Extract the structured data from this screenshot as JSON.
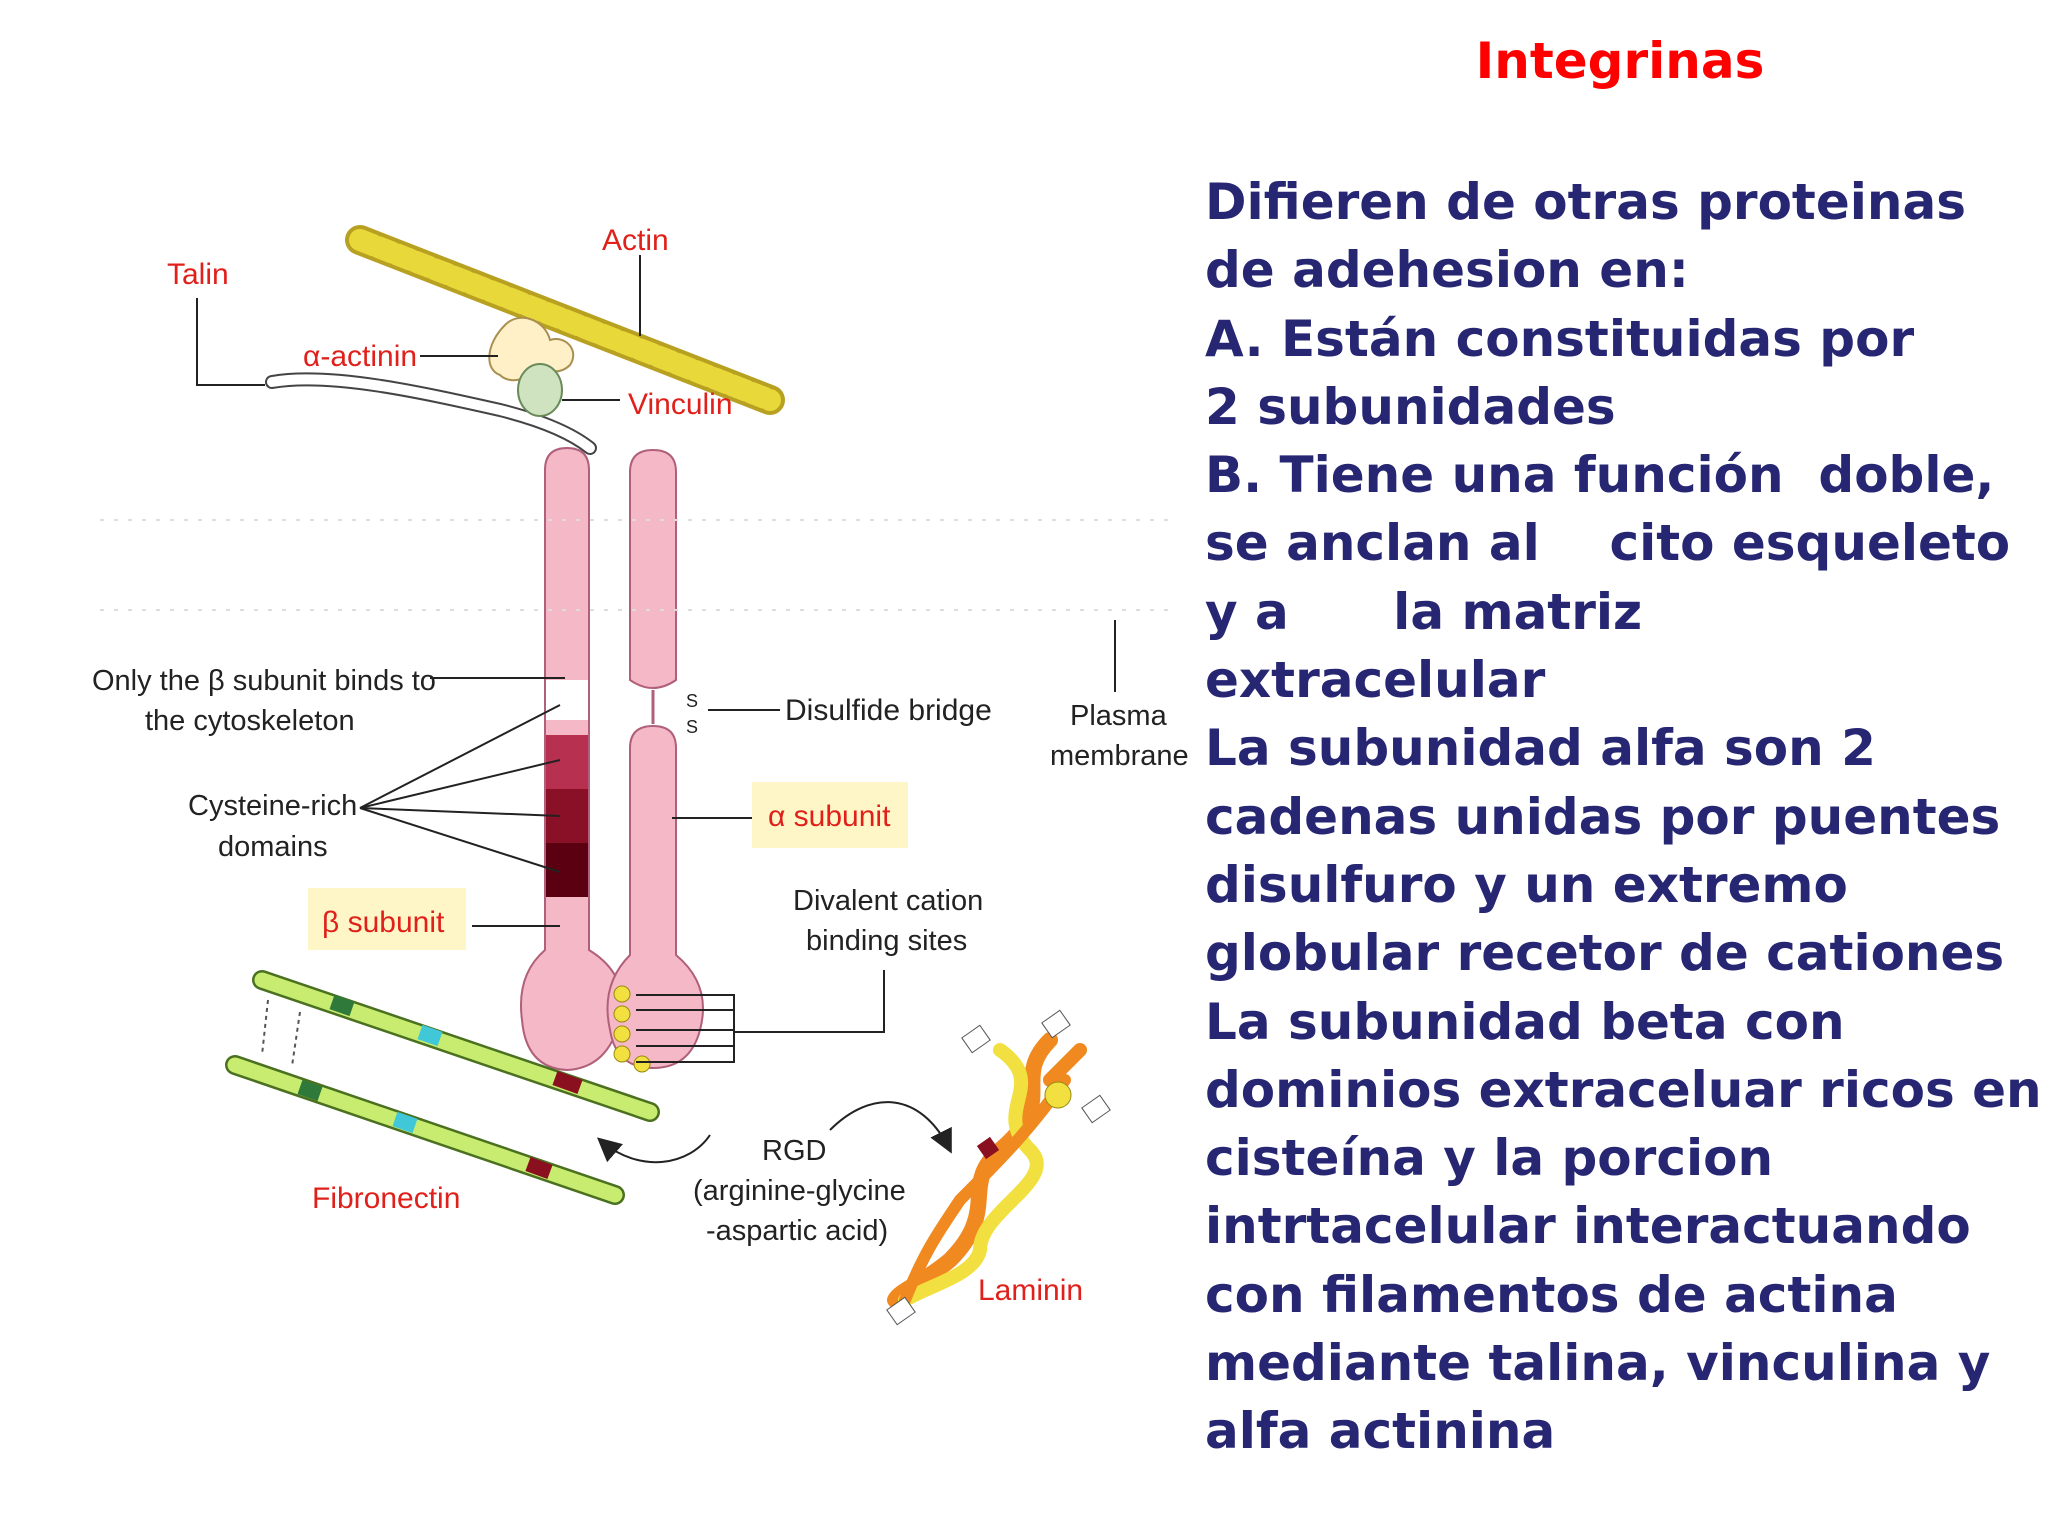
{
  "slide": {
    "title": "Integrinas",
    "body_lines": [
      "Difieren de otras proteinas",
      "de adehesion en:",
      "A. Están constituidas por",
      "2 subunidades",
      "B. Tiene una función  doble,",
      "se anclan al    cito esqueleto",
      "y a      la matriz",
      "extracelular",
      "La subunidad alfa son 2",
      "cadenas unidas por puentes",
      "disulfuro y un extremo",
      "globular recetor de cationes",
      "La subunidad beta con",
      "dominios extraceluar ricos en",
      "cisteína y la porcion",
      "intrtacelular interactuando",
      "con filamentos de actina",
      "mediante talina, vinculina y",
      "alfa actinina"
    ]
  },
  "diagram": {
    "labels": {
      "actin": "Actin",
      "talin": "Talin",
      "alpha_actinin": "α-actinin",
      "vinculin": "Vinculin",
      "only_beta_line1": "Only the β subunit binds to",
      "only_beta_line2": "the cytoskeleton",
      "disulfide_bridge": "Disulfide bridge",
      "s_top": "S",
      "s_bottom": "S",
      "plasma_line1": "Plasma",
      "plasma_line2": "membrane",
      "alpha_subunit": "α subunit",
      "cysteine_line1": "Cysteine-rich",
      "cysteine_line2": "domains",
      "beta_subunit": "β subunit",
      "divalent_line1": "Divalent cation",
      "divalent_line2": "binding sites",
      "rgd_line1": "RGD",
      "rgd_line2": "(arginine-glycine",
      "rgd_line3": "-aspartic acid)",
      "fibronectin": "Fibronectin",
      "laminin": "Laminin"
    },
    "colors": {
      "red_label": "#e0201a",
      "integrin_pink": "#f4b8c6",
      "integrin_outline": "#b0607a",
      "cys_domain_1": "#b83050",
      "cys_domain_2": "#8a1028",
      "cys_domain_3": "#5a0010",
      "actin_yellow": "#e8d83a",
      "fibronectin_green": "#c8ec70",
      "laminin_orange": "#f08a20",
      "label_highlight": "#fff6c8"
    }
  }
}
